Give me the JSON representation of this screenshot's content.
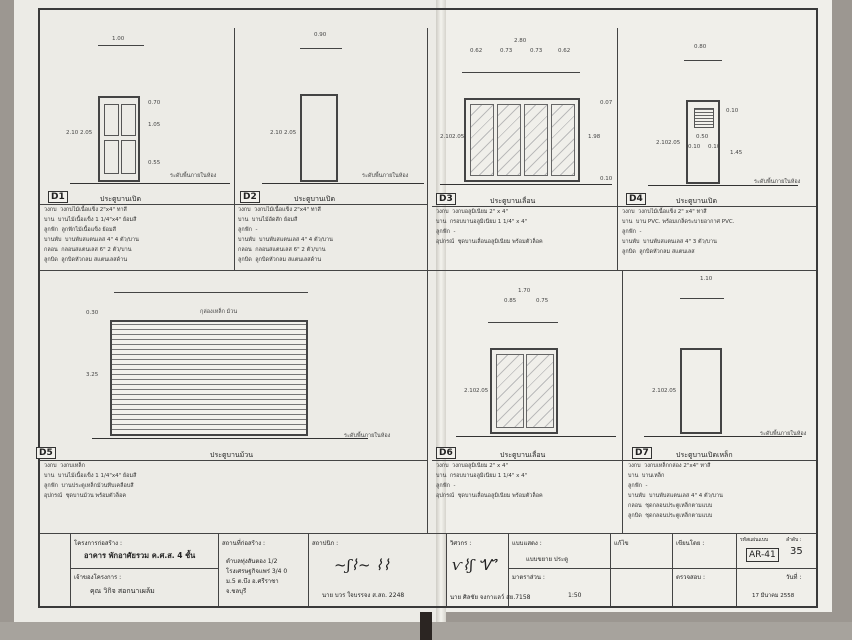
{
  "drawing": {
    "schedules": [
      {
        "id": "D1",
        "title": "ประตูบานเปิด",
        "rows": [
          [
            "วงกบ",
            "วงกบไม้เนื้อแข็ง 2\"x4\" ทาสี"
          ],
          [
            "บาน",
            "บานไม้เนื้อแข็ง 1 1/4\"x4\" ย้อมสี"
          ],
          [
            "ลูกฟัก",
            "ลูกฟักไม้เนื้อแข็ง ย้อมสี"
          ],
          [
            "บานพับ",
            "บานพับสแตนเลส 4\" 4 ตัว/บาน"
          ],
          [
            "กลอน",
            "กลอนสแตนเลส 6\" 2 ตัว/บาน"
          ],
          [
            "ลูกบิด",
            "ลูกบิดหัวกลม สแตนเลสด้าน"
          ]
        ],
        "dims": [
          "1.00",
          "2.10",
          "2.05",
          "0.70",
          "1.05",
          "0.55"
        ]
      },
      {
        "id": "D2",
        "title": "ประตูบานเปิด",
        "rows": [
          [
            "วงกบ",
            "วงกบไม้เนื้อแข็ง 2\"x4\" ทาสี"
          ],
          [
            "บาน",
            "บานไม้อัดสัก ย้อมสี"
          ],
          [
            "ลูกฟัก",
            "-"
          ],
          [
            "บานพับ",
            "บานพับสแตนเลส 4\" 4 ตัว/บาน"
          ],
          [
            "กลอน",
            "กลอนสแตนเลส 6\" 2 ตัว/บาน"
          ],
          [
            "ลูกบิด",
            "ลูกบิดหัวกลม สแตนเลสด้าน"
          ]
        ],
        "dims": [
          "0.90",
          "2.10",
          "2.05"
        ]
      },
      {
        "id": "D3",
        "title": "ประตูบานเลื่อน",
        "rows": [
          [
            "วงกบ",
            "วงกบอลูมิเนียม 2\" x 4\""
          ],
          [
            "บาน",
            "กรอบบานอลูมิเนียม 1 1/4\" x 4\""
          ],
          [
            "ลูกฟัก",
            "-"
          ],
          [
            "อุปกรณ์",
            "ชุดบานเลื่อนอลูมิเนียม พร้อมตัวล็อค"
          ]
        ],
        "dims": [
          "2.80",
          "0.62",
          "0.73",
          "0.73",
          "0.62",
          "2.10",
          "2.05",
          "1.98",
          "0.07",
          "0.10"
        ]
      },
      {
        "id": "D4",
        "title": "ประตูบานเปิด",
        "rows": [
          [
            "วงกบ",
            "วงกบไม้เนื้อแข็ง 2\" x4\" ทาสี"
          ],
          [
            "บาน",
            "บาน PVC. พร้อมเกล็ดระบายอากาศ PVC."
          ],
          [
            "ลูกฟัก",
            "-"
          ],
          [
            "บานพับ",
            "บานพับสแตนเลส 4\" 3 ตัว/บาน"
          ],
          [
            "ลูกบิด",
            "ลูกบิดหัวกลม สแตนเลส"
          ]
        ],
        "dims": [
          "0.80",
          "2.10",
          "2.05",
          "0.10",
          "0.50",
          "0.10",
          "0.10",
          "1.45"
        ]
      },
      {
        "id": "D5",
        "title": "ประตูบานม้วน",
        "rows": [
          [
            "วงกบ",
            "วงกบเหล็ก"
          ],
          [
            "บาน",
            "บานไม้เนื้อแข็ง 1 1/4\"x4\" ย้อมสี"
          ],
          [
            "ลูกฟัก",
            "บานประตูเหล็กม้วนทีบเคลือบสี"
          ],
          [
            "อุปกรณ์",
            "ชุดบานม้วน พร้อมตัวล็อค"
          ]
        ],
        "dims": [
          "0.30",
          "3.25"
        ],
        "note": "กุล่องเหล็ก ม้วน"
      },
      {
        "id": "D6",
        "title": "ประตูบานเลื่อน",
        "rows": [
          [
            "วงกบ",
            "วงกบอลูมิเนียม 2\" x 4\""
          ],
          [
            "บาน",
            "กรอบบานอลูมิเนียม 1 1/4\" x 4\""
          ],
          [
            "ลูกฟัก",
            "-"
          ],
          [
            "อุปกรณ์",
            "ชุดบานเลื่อนอลูมิเนียม พร้อมตัวล็อค"
          ]
        ],
        "dims": [
          "1.70",
          "0.85",
          "0.75",
          "2.10",
          "2.05"
        ]
      },
      {
        "id": "D7",
        "title": "ประตูบานเปิดเหล็ก",
        "rows": [
          [
            "วงกบ",
            "วงกบเหล็กกล่อง 2\"x4\" ทาสี"
          ],
          [
            "บาน",
            "บานเหล็ก"
          ],
          [
            "ลูกฟัก",
            "-"
          ],
          [
            "บานพับ",
            "บานพับสแตนเลส 4\" 4 ตัว/บาน"
          ],
          [
            "กลอน",
            "ชุดกลอนประตูเหล็กตามแบบ"
          ],
          [
            "ลูกบิด",
            "ชุดกลอนประตูเหล็กตามแบบ"
          ]
        ],
        "dims": [
          "1.10",
          "2.10",
          "2.05"
        ]
      }
    ],
    "floor_note": "ระดับพื้นภายในห้อง",
    "title_block": {
      "project_label": "โครงการก่อสร้าง :",
      "project_name": "อาคาร พักอาศัยรวม ค.ศ.ส. 4 ชั้น",
      "owner_label": "เจ้าของโครงการ :",
      "owner_name": "คุณ วิกิจ สอกนาเผล้ม",
      "location_label": "สถานที่ก่อสร้าง :",
      "location": [
        "ตำบลทุ่งสันตอง 1/2",
        "โรงเศรษฐกิจแพร่ 3/4 0",
        "ม.5 ต.บึง อ.ศรีราชา",
        "จ.ชลบุรี"
      ],
      "architect_label": "สถาปนิก :",
      "architect_name": "นาย บวร ใจบรรจง ส.สถ. 2248",
      "engineer_label": "วิศวกร :",
      "engineer_name": "นาย ศิลชัย จงกาแลว์ สย.7158",
      "drawing_label": "แบบแสดง :",
      "drawing_name": "แบบขยาย ประตู",
      "scale_label": "มาตราส่วน :",
      "scale": "1:50",
      "revised_label": "แก้ไข",
      "checked_label": "เขียนโดย :",
      "sheet_no_label": "รหัสแผ่นแบบ",
      "sheet_label": "ลำดับ :",
      "sheet_code": "AR-41",
      "sheet_no": "35",
      "approve_label": "ตรวจสอบ :",
      "date_label": "วันที่ :",
      "date": "17 มีนาคม 2558"
    }
  }
}
